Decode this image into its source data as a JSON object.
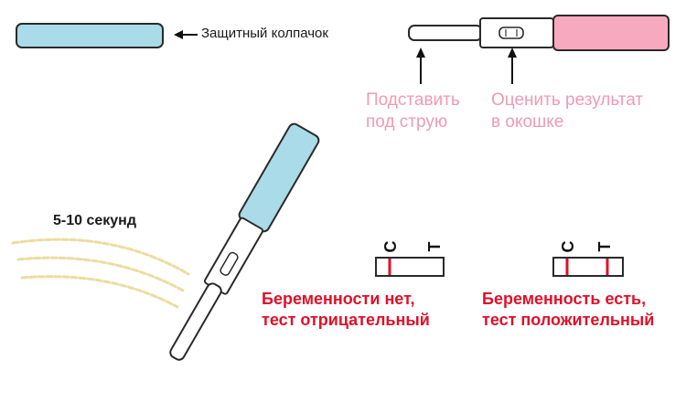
{
  "cap": {
    "label": "Защитный колпачок"
  },
  "steps": {
    "dip": {
      "line1": "Подставить",
      "line2": "под струю"
    },
    "read": {
      "line1": "Оценить результат",
      "line2": "в окошке"
    }
  },
  "timing": {
    "label": "5-10 секунд"
  },
  "results": {
    "negative": {
      "line1": "Беременности нет,",
      "line2": "тест отрицательный",
      "control_mark": "C",
      "test_mark": "T"
    },
    "positive": {
      "line1": "Беременность есть,",
      "line2": "тест положительный",
      "control_mark": "C",
      "test_mark": "T"
    }
  },
  "colors": {
    "cap_blue": "#a9dbe8",
    "handle_pink": "#f7aabf",
    "label_pink": "#f09ab4",
    "result_red": "#e0102a",
    "urine_stream": "#ecdca0"
  }
}
